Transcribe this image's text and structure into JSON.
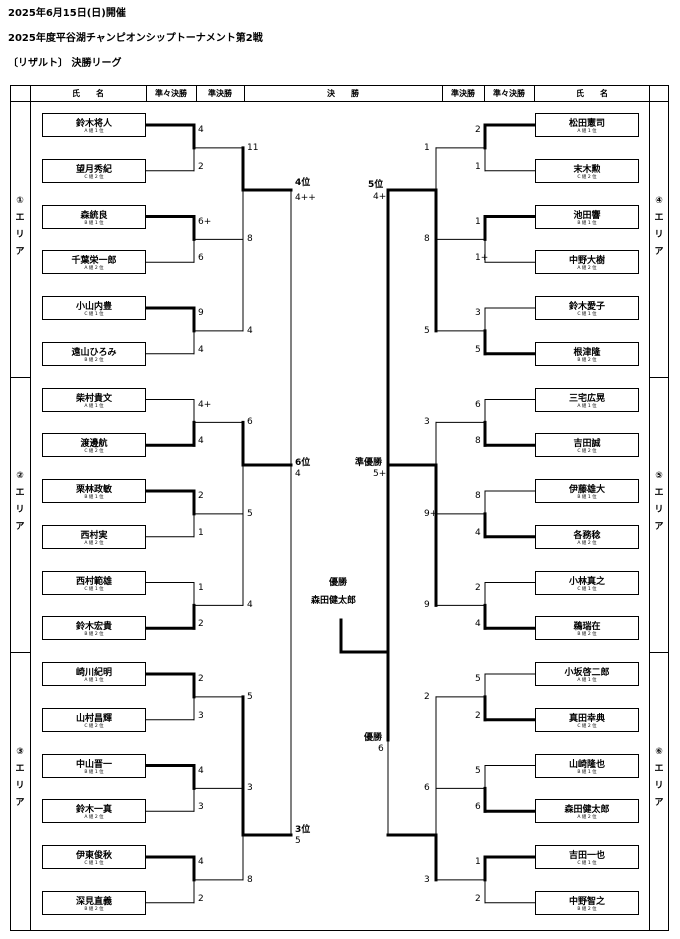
{
  "header": {
    "date": "2025年6月15日(日)開催",
    "title": "2025年度平谷湖チャンピオンシップトーナメント第2戦",
    "subtitle": "〔リザルト〕 決勝リーグ"
  },
  "columns": {
    "name": "氏　　名",
    "semi_quarter": "準々決勝",
    "semi": "準決勝",
    "final": "決　　勝"
  },
  "areas": [
    "①\nエ\nリ\nア",
    "②\nエ\nリ\nア",
    "③\nエ\nリ\nア",
    "④\nエ\nリ\nア",
    "⑤\nエ\nリ\nア",
    "⑥\nエ\nリ\nア"
  ],
  "left_players": [
    {
      "name": "鈴木将人",
      "sub": "A 組 1 位"
    },
    {
      "name": "望月秀紀",
      "sub": "C 組 2 位"
    },
    {
      "name": "森統良",
      "sub": "B 組 1 位"
    },
    {
      "name": "千葉栄一郎",
      "sub": "A 組 2 位"
    },
    {
      "name": "小山内豊",
      "sub": "C 組 1 位"
    },
    {
      "name": "遠山ひろみ",
      "sub": "B 組 2 位"
    },
    {
      "name": "柴村貴文",
      "sub": "A 組 1 位"
    },
    {
      "name": "渡邊航",
      "sub": "C 組 2 位"
    },
    {
      "name": "栗林政敏",
      "sub": "B 組 1 位"
    },
    {
      "name": "西村実",
      "sub": "A 組 2 位"
    },
    {
      "name": "西村範雄",
      "sub": "C 組 1 位"
    },
    {
      "name": "鈴木宏貴",
      "sub": "B 組 2 位"
    },
    {
      "name": "崎川紀明",
      "sub": "A 組 1 位"
    },
    {
      "name": "山村昌輝",
      "sub": "C 組 2 位"
    },
    {
      "name": "中山晋一",
      "sub": "B 組 1 位"
    },
    {
      "name": "鈴木一真",
      "sub": "A 組 2 位"
    },
    {
      "name": "伊東俊秋",
      "sub": "C 組 1 位"
    },
    {
      "name": "深見直義",
      "sub": "B 組 2 位"
    }
  ],
  "right_players": [
    {
      "name": "松田憲司",
      "sub": "A 組 1 位"
    },
    {
      "name": "末木勲",
      "sub": "C 組 2 位"
    },
    {
      "name": "池田響",
      "sub": "B 組 1 位"
    },
    {
      "name": "中野大樹",
      "sub": "A 組 2 位"
    },
    {
      "name": "鈴木愛子",
      "sub": "C 組 1 位"
    },
    {
      "name": "根津隆",
      "sub": "B 組 2 位"
    },
    {
      "name": "三宅広晃",
      "sub": "A 組 1 位"
    },
    {
      "name": "吉田誠",
      "sub": "C 組 2 位"
    },
    {
      "name": "伊藤雄大",
      "sub": "B 組 1 位"
    },
    {
      "name": "各務稔",
      "sub": "A 組 2 位"
    },
    {
      "name": "小林真之",
      "sub": "C 組 1 位"
    },
    {
      "name": "鵜瑞在",
      "sub": "B 組 2 位"
    },
    {
      "name": "小坂啓二郎",
      "sub": "A 組 1 位"
    },
    {
      "name": "真田幸典",
      "sub": "C 組 2 位"
    },
    {
      "name": "山崎隆也",
      "sub": "B 組 1 位"
    },
    {
      "name": "森田健太郎",
      "sub": "A 組 2 位"
    },
    {
      "name": "吉田一也",
      "sub": "C 組 1 位"
    },
    {
      "name": "中野智之",
      "sub": "B 組 2 位"
    }
  ],
  "left_r1_scores": [
    "4",
    "2",
    "6+",
    "6",
    "9",
    "4",
    "4+",
    "4",
    "2",
    "1",
    "1",
    "2",
    "2",
    "3",
    "4",
    "3",
    "4",
    "2"
  ],
  "right_r1_scores": [
    "2",
    "1",
    "1",
    "1+",
    "3",
    "5",
    "6",
    "8",
    "8",
    "4",
    "2",
    "4",
    "5",
    "2",
    "5",
    "6",
    "1",
    "2"
  ],
  "left_r2_scores": [
    "11",
    "8",
    "4",
    "6",
    "5",
    "4",
    "5",
    "3",
    "8"
  ],
  "right_r2_scores": [
    "1",
    "8",
    "5",
    "3",
    "9+",
    "9",
    "2",
    "6",
    "3"
  ],
  "finals": {
    "l_top": {
      "label": "4位",
      "score": "4++"
    },
    "l_mid": {
      "label": "6位",
      "score": "4"
    },
    "l_bot": {
      "label": "3位",
      "score": "5"
    },
    "r_top": {
      "label": "5位",
      "score": "4+"
    },
    "r_mid": {
      "label": "準優勝",
      "score": "5+"
    },
    "r_bot": {
      "label": "優勝",
      "score": "6"
    }
  },
  "champion": {
    "title": "優勝",
    "name": "森田健太郎"
  }
}
